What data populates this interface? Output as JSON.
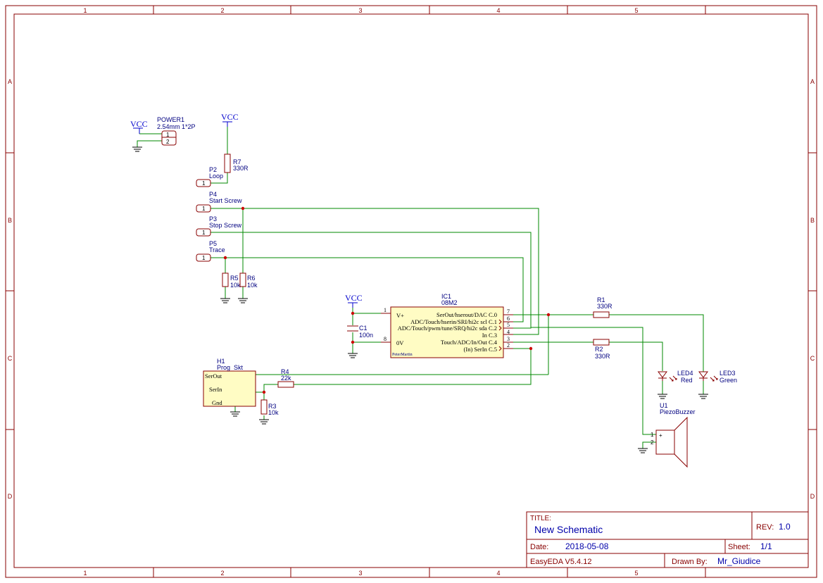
{
  "frame": {
    "columns": [
      "1",
      "2",
      "3",
      "4",
      "5"
    ],
    "rows": [
      "A",
      "B",
      "C",
      "D"
    ]
  },
  "power": {
    "vcc_label": "VCC",
    "connectors": [
      {
        "designator": "POWER1",
        "value": "2.54mm 1*2P",
        "pins": [
          "1",
          "2"
        ]
      }
    ]
  },
  "ports": [
    {
      "designator": "P2",
      "name": "Loop",
      "pin": "1"
    },
    {
      "designator": "P4",
      "name": "Start Screw",
      "pin": "1"
    },
    {
      "designator": "P3",
      "name": "Stop Screw",
      "pin": "1"
    },
    {
      "designator": "P5",
      "name": "Trace",
      "pin": "1"
    }
  ],
  "resistors": {
    "r7": {
      "designator": "R7",
      "value": "330R"
    },
    "r5": {
      "designator": "R5",
      "value": "10k"
    },
    "r6": {
      "designator": "R6",
      "value": "10k"
    },
    "r1": {
      "designator": "R1",
      "value": "330R"
    },
    "r2": {
      "designator": "R2",
      "value": "330R"
    },
    "r4": {
      "designator": "R4",
      "value": "22k"
    },
    "r3": {
      "designator": "R3",
      "value": "10k"
    }
  },
  "capacitor": {
    "designator": "C1",
    "value": "100n"
  },
  "ic": {
    "designator": "IC1",
    "value": "08M2",
    "maker": "PeterMartin",
    "left_pins": [
      {
        "num": "1",
        "name": "V+"
      },
      {
        "num": "8",
        "name": "0V"
      }
    ],
    "right_pins": [
      {
        "num": "7",
        "name": "SerOut/hserout/DAC C.0"
      },
      {
        "num": "6",
        "name": "ADC/Touch/hserin/SRI/hi2c scl C.1"
      },
      {
        "num": "5",
        "name": "ADC/Touch/pwm/tune/SRQ/hi2c sda C.2"
      },
      {
        "num": "4",
        "name": "In C.3"
      },
      {
        "num": "3",
        "name": "Touch/ADC/In/Out C.4"
      },
      {
        "num": "2",
        "name": "(In) SerIn C.5"
      }
    ]
  },
  "header": {
    "designator": "H1",
    "value": "Prog_Skt",
    "pins": [
      "SerOut",
      "SerIn",
      "Gnd"
    ]
  },
  "leds": [
    {
      "designator": "LED4",
      "value": "Red"
    },
    {
      "designator": "LED3",
      "value": "Green"
    }
  ],
  "buzzer": {
    "designator": "U1",
    "value": "PiezoBuzzer",
    "pins": [
      "1",
      "2"
    ],
    "plus": "+"
  },
  "title_block": {
    "title_label": "TITLE:",
    "title_value": "New Schematic",
    "rev_label": "REV:",
    "rev_value": "1.0",
    "date_label": "Date:",
    "date_value": "2018-05-08",
    "sheet_label": "Sheet:",
    "sheet_value": "1/1",
    "software": "EasyEDA V5.4.12",
    "drawn_label": "Drawn By:",
    "drawn_value": "Mr_Giudice"
  }
}
